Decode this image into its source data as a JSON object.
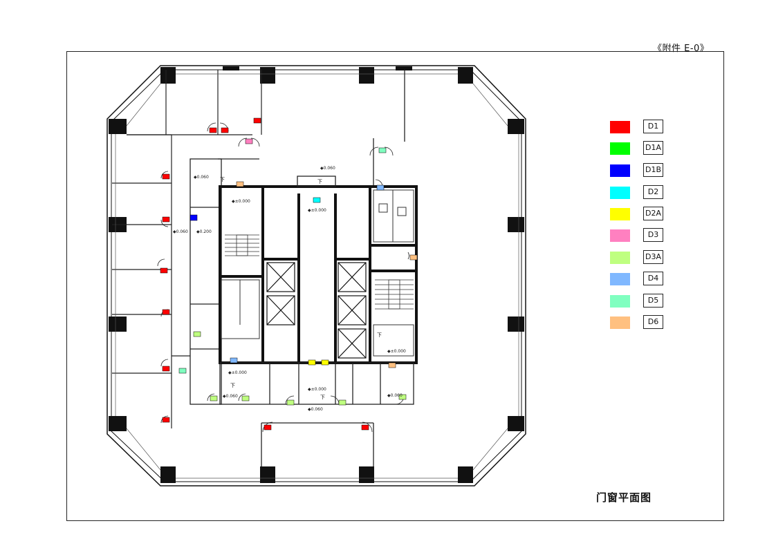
{
  "header": {
    "attachment_label": "《附件 E-0》"
  },
  "drawing": {
    "title": "门窗平面图"
  },
  "legend": [
    {
      "code": "D1",
      "color": "#ff0000"
    },
    {
      "code": "D1A",
      "color": "#00ff00"
    },
    {
      "code": "D1B",
      "color": "#0000ff"
    },
    {
      "code": "D2",
      "color": "#00ffff"
    },
    {
      "code": "D2A",
      "color": "#ffff00"
    },
    {
      "code": "D3",
      "color": "#ff80c0"
    },
    {
      "code": "D3A",
      "color": "#bfff80"
    },
    {
      "code": "D4",
      "color": "#80b8ff"
    },
    {
      "code": "D5",
      "color": "#80ffc0"
    },
    {
      "code": "D6",
      "color": "#ffc080"
    }
  ],
  "levels": {
    "l060": "0.060",
    "l200": "0.200",
    "l000": "±0.000"
  },
  "stair_down": "下"
}
